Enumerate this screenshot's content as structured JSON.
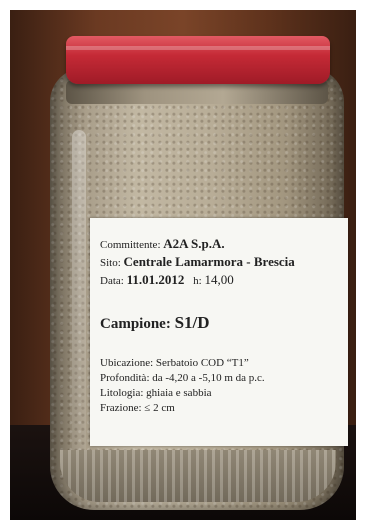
{
  "label": {
    "committente_key": "Committente:",
    "committente_val": "A2A S.p.A.",
    "sito_key": "Sito:",
    "sito_val": "Centrale Lamarmora - Brescia",
    "data_key": "Data:",
    "data_val": "11.01.2012",
    "ora_key": "h:",
    "ora_val": "14,00",
    "campione_key": "Campione:",
    "campione_val": "S1/D",
    "ubicazione_key": "Ubicazione:",
    "ubicazione_val": "Serbatoio COD “T1”",
    "profondita_key": "Profondità:",
    "profondita_val": "da -4,20 a -5,10 m da p.c.",
    "litologia_key": "Litologia:",
    "litologia_val": "ghiaia e sabbia",
    "frazione_key": "Frazione:",
    "frazione_val": "≤ 2 cm"
  },
  "colors": {
    "lid": "#c52a36",
    "label": "#f7f7f3",
    "background": "#6b3a22"
  }
}
